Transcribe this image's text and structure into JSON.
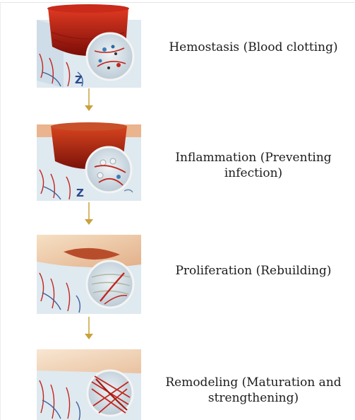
{
  "stages": [
    {
      "label": "Hemostasis (Blood clotting)",
      "illustration": "wound-hemostasis-cross-section"
    },
    {
      "label": "Inflammation (Preventing infection)",
      "illustration": "wound-inflammation-cross-section"
    },
    {
      "label": "Proliferation (Rebuilding)",
      "illustration": "wound-proliferation-cross-section"
    },
    {
      "label": "Remodeling (Maturation and strengthening)",
      "illustration": "wound-remodeling-cross-section"
    }
  ],
  "colors": {
    "arrow": "#c9a23a",
    "text": "#1c1c1c",
    "blood": "#b3160f",
    "skin": "#f0c9a8",
    "vessel_red": "#c2261d",
    "vessel_blue": "#3a5e9c"
  }
}
